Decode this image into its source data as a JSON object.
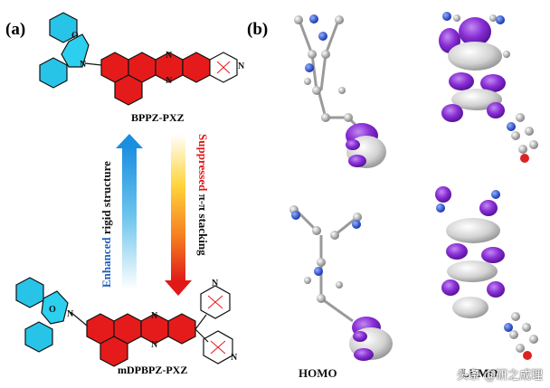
{
  "panel_a": {
    "label": "(a)",
    "top_molecule": "BPPZ-PXZ",
    "bottom_molecule": "mDPBPZ-PXZ",
    "left_arrow": {
      "keyword": "Enhanced",
      "rest": " rigid structure"
    },
    "right_arrow": {
      "keyword": "Suppressed",
      "rest": " π-π stacking"
    },
    "atom_N": "N",
    "atom_O": "O"
  },
  "panel_b": {
    "label": "(b)",
    "homo_label": "HOMO",
    "lumo_label": "LUMO"
  },
  "watermark": "头条 @研之成理",
  "colors": {
    "phenoxazine": "#27c4e8",
    "acceptor": "#e51b1b",
    "orbital_purple": "#7b22c9",
    "orbital_grey": "#cfcfcf"
  }
}
